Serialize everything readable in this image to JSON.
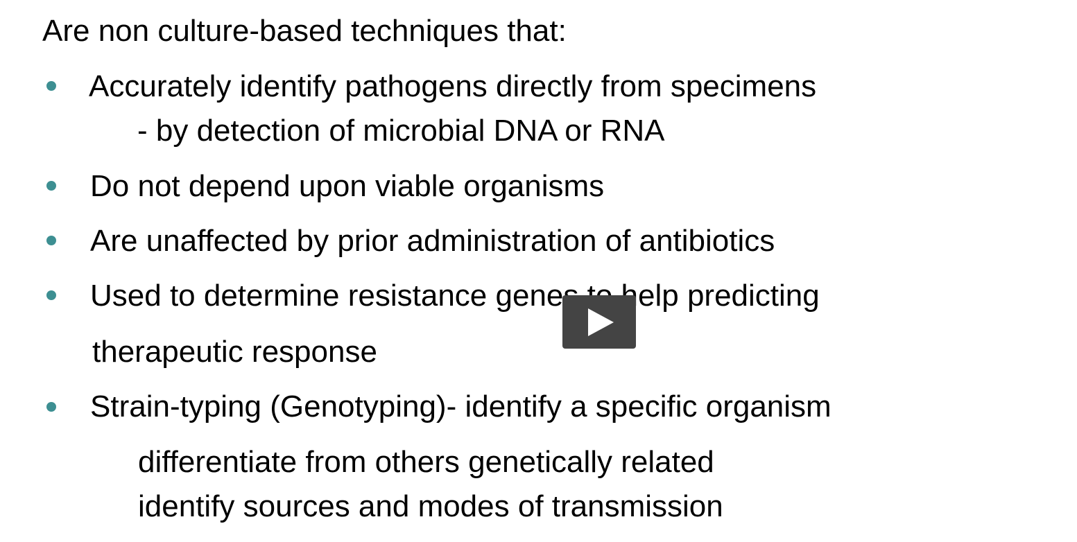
{
  "slide": {
    "heading": "Are non culture-based techniques that:",
    "bullets": [
      {
        "text": "Accurately identify pathogens directly from specimens",
        "sub": [
          "- by detection of microbial DNA or RNA"
        ]
      },
      {
        "text": "Do not depend upon viable organisms",
        "sub": []
      },
      {
        "text": "Are unaffected by prior administration of antibiotics",
        "sub": []
      },
      {
        "text": "Used to determine resistance genes to help predicting",
        "continuation": "therapeutic response",
        "sub": []
      },
      {
        "text": "Strain-typing (Genotyping)- identify a specific organism",
        "sub": [
          "differentiate from others genetically related",
          "identify sources and modes of transmission"
        ]
      }
    ],
    "bullet_color": "#3d8f92"
  },
  "video_player": {
    "play_icon": "play-icon",
    "button_color": "#444444"
  }
}
